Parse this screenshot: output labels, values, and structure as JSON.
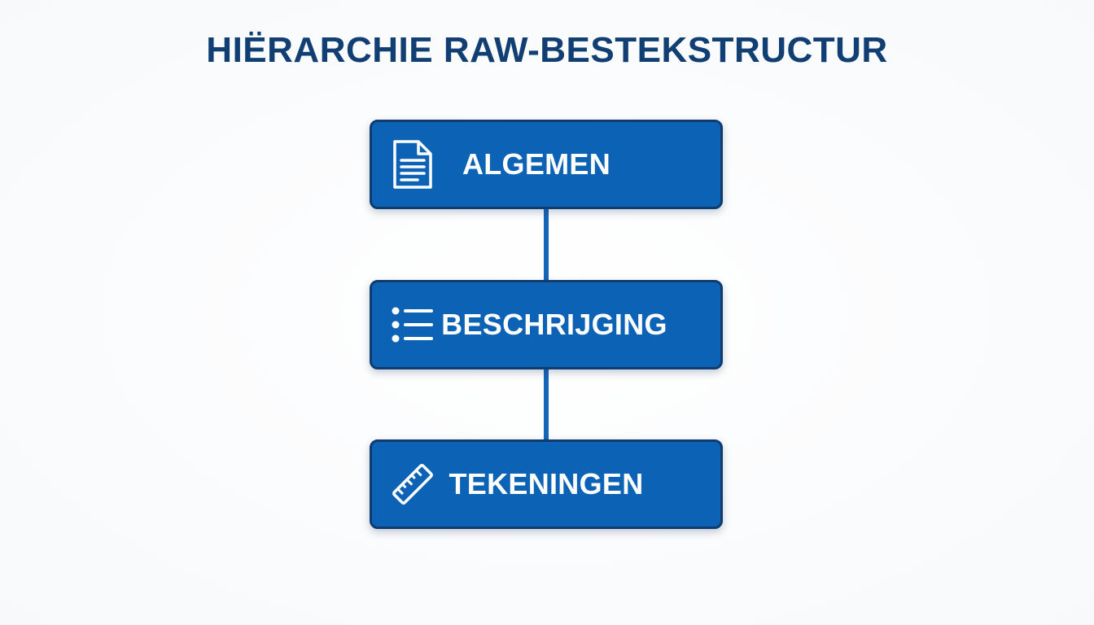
{
  "title": "HIËRARCHIE RAW-BESTEKSTRUCTUR",
  "nodes": [
    {
      "label": "ALGEMEN",
      "icon": "document-icon"
    },
    {
      "label": "BESCHRIJGING",
      "icon": "list-icon"
    },
    {
      "label": "TEKENINGEN",
      "icon": "ruler-icon"
    }
  ],
  "colors": {
    "title": "#123f73",
    "node_fill": "#0c62b5",
    "node_border": "#0f3c6e",
    "connector": "#1565b8",
    "text": "#ffffff"
  }
}
